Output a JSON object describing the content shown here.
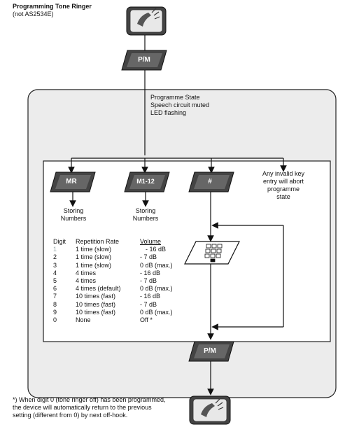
{
  "title": "Programming Tone Ringer",
  "subtitle": "(not AS2534E)",
  "pm_key_top": "P/M",
  "pm_key_bottom": "P/M",
  "state_text": [
    "Programme State",
    "Speech circuit muted",
    "LED flashing"
  ],
  "keys": {
    "mr": "MR",
    "m112": "M1-12",
    "hash": "#"
  },
  "invalid_note": [
    "Any invalid key",
    "entry will abort",
    "programme",
    "state"
  ],
  "storing_1": [
    "Storing",
    "Numbers"
  ],
  "storing_2": [
    "Storing",
    "Numbers"
  ],
  "table": {
    "headers": [
      "Digit",
      "Repetition Rate",
      "Volume"
    ],
    "rows": [
      [
        "1",
        "1 time (slow)",
        "- 16 dB"
      ],
      [
        "2",
        "1 time (slow)",
        "- 7 dB"
      ],
      [
        "3",
        "1 time (slow)",
        "0 dB (max.)"
      ],
      [
        "4",
        "4 times",
        "- 16 dB"
      ],
      [
        "5",
        "4 times",
        "- 7 dB"
      ],
      [
        "6",
        "4 times (default)",
        "0 dB (max.)"
      ],
      [
        "7",
        "10 times (fast)",
        "- 16 dB"
      ],
      [
        "8",
        "10 times (fast)",
        "- 7 dB"
      ],
      [
        "9",
        "10 times (fast)",
        "0 dB (max.)"
      ],
      [
        "0",
        "None",
        "Off *"
      ]
    ]
  },
  "footnote": [
    "*) When digit 0 (tone ringer off) has been programmed,",
    "the device will automatically return to the previous",
    "setting (different from 0) by next off-hook."
  ],
  "icons": [
    "handset-offhook-icon",
    "keypad-icon",
    "handset-onhook-icon"
  ]
}
